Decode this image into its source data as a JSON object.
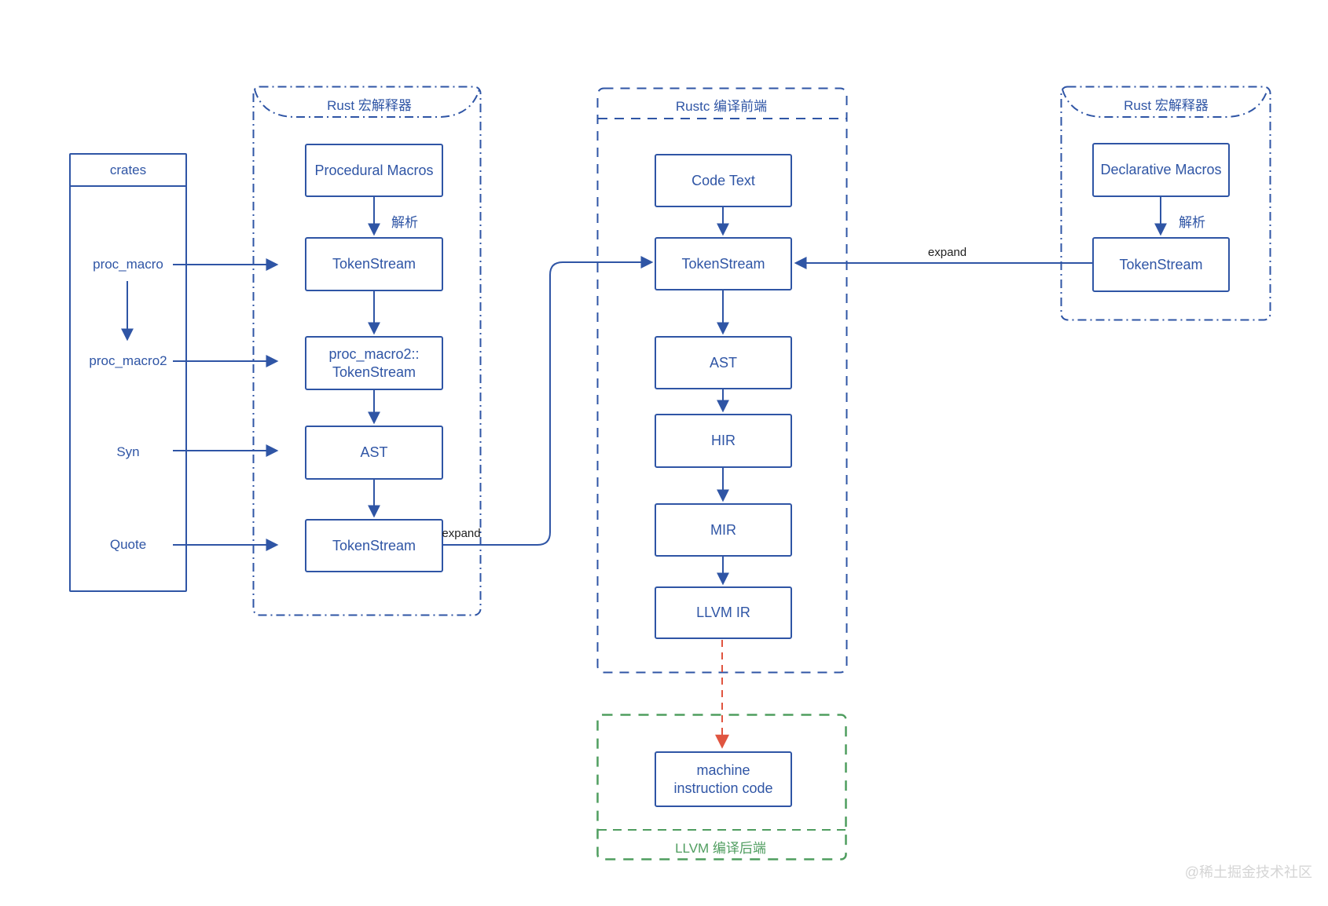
{
  "watermark": "@稀土掘金技术社区",
  "colors": {
    "blue": "#2f55a5",
    "green": "#4f9d5f",
    "red": "#e05540",
    "label_black": "#1f1f1f",
    "watermark_gray": "#d5d5d5"
  },
  "crates_panel": {
    "title": "crates",
    "items": [
      "proc_macro",
      "proc_macro2",
      "Syn",
      "Quote"
    ]
  },
  "macro_interpreter_left": {
    "title": "Rust 宏解释器",
    "parse_label": "解析",
    "expand_label": "expand",
    "boxes": {
      "procedural_macros": "Procedural Macros",
      "token_stream_1": "TokenStream",
      "proc_macro2_token_stream": "proc_macro2::\nTokenStream",
      "ast": "AST",
      "token_stream_2": "TokenStream"
    }
  },
  "rustc_frontend": {
    "title": "Rustc 编译前端",
    "boxes": {
      "code_text": "Code Text",
      "token_stream": "TokenStream",
      "ast": "AST",
      "hir": "HIR",
      "mir": "MIR",
      "llvm_ir": "LLVM IR"
    }
  },
  "macro_interpreter_right": {
    "title": "Rust 宏解释器",
    "parse_label": "解析",
    "expand_label": "expand",
    "boxes": {
      "declarative_macros": "Declarative Macros",
      "token_stream": "TokenStream"
    }
  },
  "llvm_backend": {
    "title": "LLVM 编译后端",
    "boxes": {
      "machine_code": "machine\ninstruction code"
    }
  }
}
